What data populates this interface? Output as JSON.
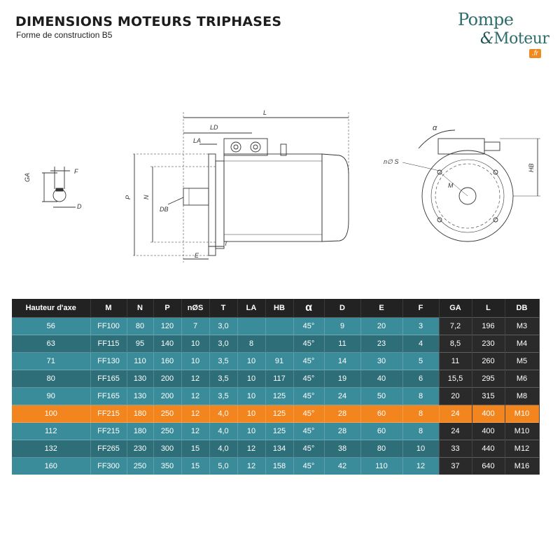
{
  "header": {
    "title": "DIMENSIONS MOTEURS TRIPHASES",
    "subtitle": "Forme de construction B5"
  },
  "logo": {
    "line1": "Pompe",
    "amp": "&",
    "line2": "Moteur",
    "badge": ".fr"
  },
  "drawing": {
    "labels": {
      "L": "L",
      "LD": "LD",
      "LA": "LA",
      "P": "P",
      "N": "N",
      "DB": "DB",
      "E": "E",
      "T": "T",
      "GA": "GA",
      "F": "F",
      "D": "D",
      "alpha": "α",
      "nS": "n∅ S",
      "M": "M",
      "HB": "HB"
    }
  },
  "table": {
    "headers": [
      "Hauteur d'axe",
      "M",
      "N",
      "P",
      "nØS",
      "T",
      "LA",
      "HB",
      "α",
      "D",
      "E",
      "F",
      "GA",
      "L",
      "DB"
    ],
    "rows": [
      [
        "56",
        "FF100",
        "80",
        "120",
        "7",
        "3,0",
        "",
        "",
        "45°",
        "9",
        "20",
        "3",
        "7,2",
        "196",
        "M3"
      ],
      [
        "63",
        "FF115",
        "95",
        "140",
        "10",
        "3,0",
        "8",
        "",
        "45°",
        "11",
        "23",
        "4",
        "8,5",
        "230",
        "M4"
      ],
      [
        "71",
        "FF130",
        "110",
        "160",
        "10",
        "3,5",
        "10",
        "91",
        "45°",
        "14",
        "30",
        "5",
        "11",
        "260",
        "M5"
      ],
      [
        "80",
        "FF165",
        "130",
        "200",
        "12",
        "3,5",
        "10",
        "117",
        "45°",
        "19",
        "40",
        "6",
        "15,5",
        "295",
        "M6"
      ],
      [
        "90",
        "FF165",
        "130",
        "200",
        "12",
        "3,5",
        "10",
        "125",
        "45°",
        "24",
        "50",
        "8",
        "20",
        "315",
        "M8"
      ],
      [
        "100",
        "FF215",
        "180",
        "250",
        "12",
        "4,0",
        "10",
        "125",
        "45°",
        "28",
        "60",
        "8",
        "24",
        "400",
        "M10"
      ],
      [
        "112",
        "FF215",
        "180",
        "250",
        "12",
        "4,0",
        "10",
        "125",
        "45°",
        "28",
        "60",
        "8",
        "24",
        "400",
        "M10"
      ],
      [
        "132",
        "FF265",
        "230",
        "300",
        "15",
        "4,0",
        "12",
        "134",
        "45°",
        "38",
        "80",
        "10",
        "33",
        "440",
        "M12"
      ],
      [
        "160",
        "FF300",
        "250",
        "350",
        "15",
        "5,0",
        "12",
        "158",
        "45°",
        "42",
        "110",
        "12",
        "37",
        "640",
        "M16"
      ]
    ],
    "highlight_row": 5,
    "colors": {
      "header": "#222222",
      "row_light": "#3b8c9a",
      "row_dark": "#2d6e78",
      "highlight": "#f2851e",
      "dark_cols": "#2a2a2a"
    }
  }
}
